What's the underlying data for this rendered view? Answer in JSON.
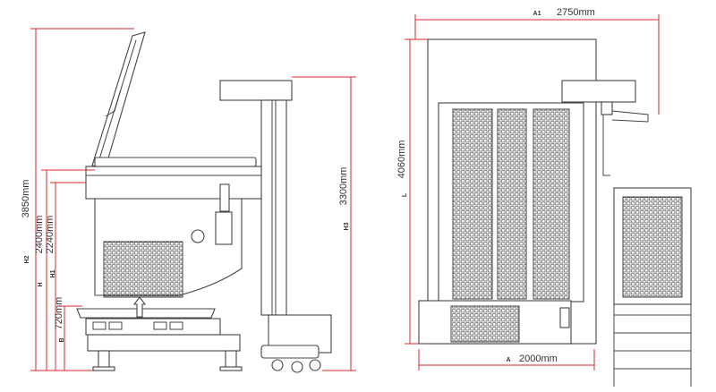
{
  "colors": {
    "dimension_line": "#e2262d",
    "machine_line": "#444444",
    "text": "#333333"
  },
  "side_view": {
    "overall_height": {
      "code": "H2",
      "value": "3850mm"
    },
    "working_height": {
      "code": "H",
      "value": "2400mm"
    },
    "chamber_height": {
      "code": "H1",
      "value": "2240mm"
    },
    "base_height": {
      "code": "B",
      "value": "720mm"
    },
    "loader_height": {
      "code": "H3",
      "value": "3300mm"
    }
  },
  "front_view": {
    "top_width": {
      "code": "A1",
      "value": "2750mm"
    },
    "total_height": {
      "code": "L",
      "value": "4060mm"
    },
    "base_width": {
      "code": "A",
      "value": "2000mm"
    }
  }
}
